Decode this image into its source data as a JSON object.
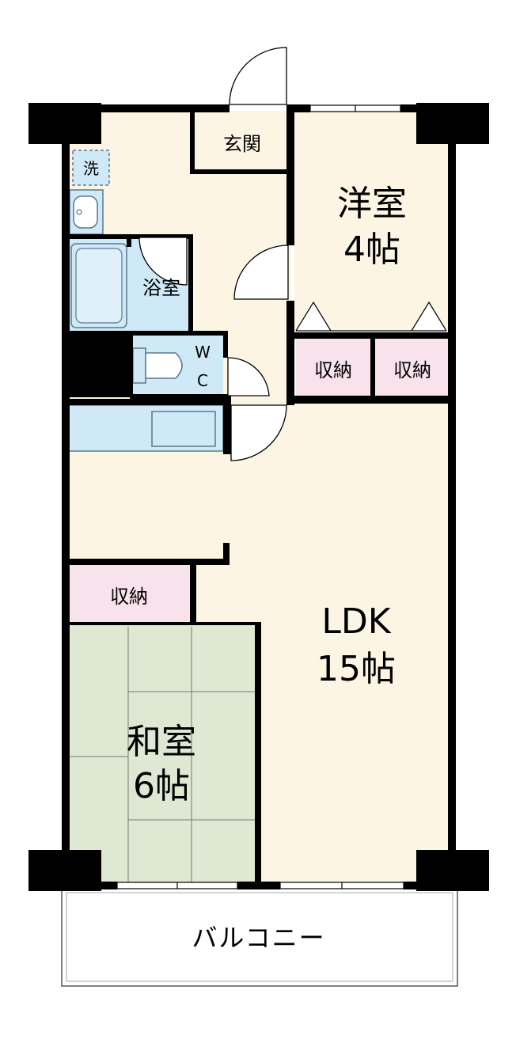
{
  "rooms": {
    "western": {
      "name": "洋室",
      "size": "4帖"
    },
    "ldk": {
      "name": "LDK",
      "size": "15帖"
    },
    "japanese": {
      "name": "和室",
      "size": "6帖"
    },
    "entrance": {
      "name": "玄関"
    },
    "bath": {
      "name": "浴室"
    },
    "toilet": {
      "w": "W",
      "c": "C"
    },
    "laundry": {
      "name": "洗"
    },
    "storage_1": {
      "name": "収納"
    },
    "storage_2": {
      "name": "収納"
    },
    "storage_3": {
      "name": "収納"
    },
    "balcony": {
      "name": "バルコニー"
    }
  },
  "colors": {
    "floor": "#fdf5e4",
    "wet_area": "#cfe9f7",
    "storage": "#f8e2ec",
    "tatami": "#dfe8d2",
    "wall": "#000000",
    "fixture_line": "#5a7890"
  }
}
